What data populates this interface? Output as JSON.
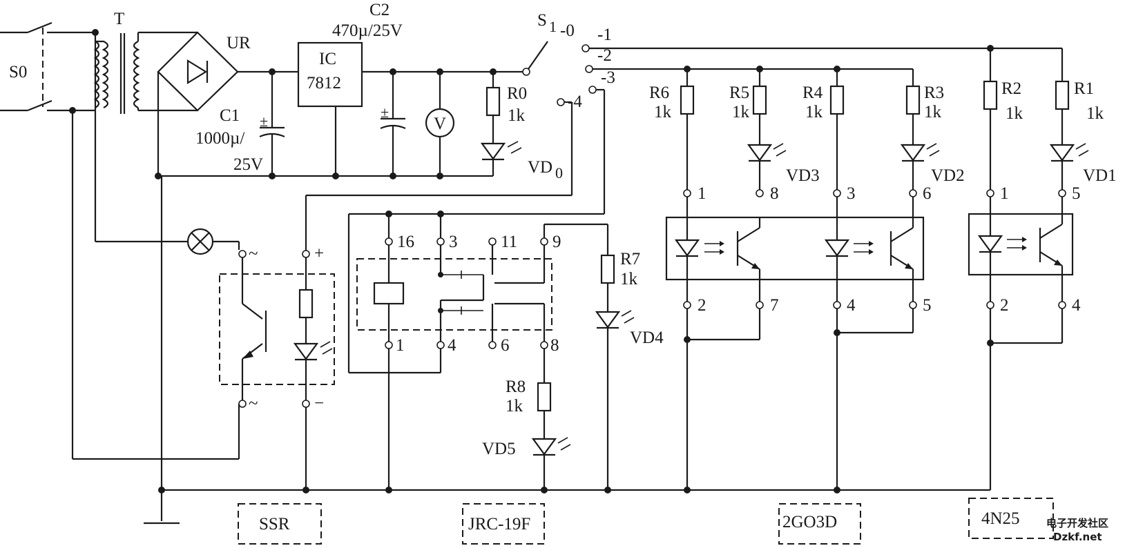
{
  "labels": {
    "s0": "S0",
    "t": "T",
    "ur": "UR",
    "c2": "C2",
    "c2_value": "470µ/25V",
    "ic": "IC",
    "ic_part": "7812",
    "c1": "C1",
    "c1_value_1": "1000µ/",
    "c1_value_2": "25V",
    "s1": "S",
    "s1_sub": "1",
    "pos_0": "-0",
    "pos_1": "-1",
    "pos_2": "-2",
    "pos_3": "-3",
    "pos_4": "-4",
    "voltmeter": "V",
    "r0": "R0",
    "vd0": "VD",
    "vd0_sub": "0",
    "r1": "R1",
    "r2": "R2",
    "r3": "R3",
    "r4": "R4",
    "r5": "R5",
    "r6": "R6",
    "r7": "R7",
    "r8": "R8",
    "k1": "1k",
    "vd1": "VD1",
    "vd2": "VD2",
    "vd3": "VD3",
    "vd4": "VD4",
    "vd5": "VD5",
    "ac": "~",
    "plus": "+",
    "minus": "−",
    "polarity": "±"
  },
  "pins": {
    "relay": [
      "16",
      "3",
      "11",
      "9",
      "1",
      "4",
      "6",
      "8"
    ],
    "opto2go3d": [
      "1",
      "8",
      "3",
      "6",
      "2",
      "7",
      "4",
      "5"
    ],
    "opto4n25": [
      "1",
      "5",
      "2",
      "4"
    ]
  },
  "components": {
    "ssr": "SSR",
    "relay": "JRC-19F",
    "opto_dual": "2GO3D",
    "opto_single": "4N25"
  },
  "watermark": {
    "line1": "电子开发社区",
    "line2": "Dzkf.net"
  }
}
